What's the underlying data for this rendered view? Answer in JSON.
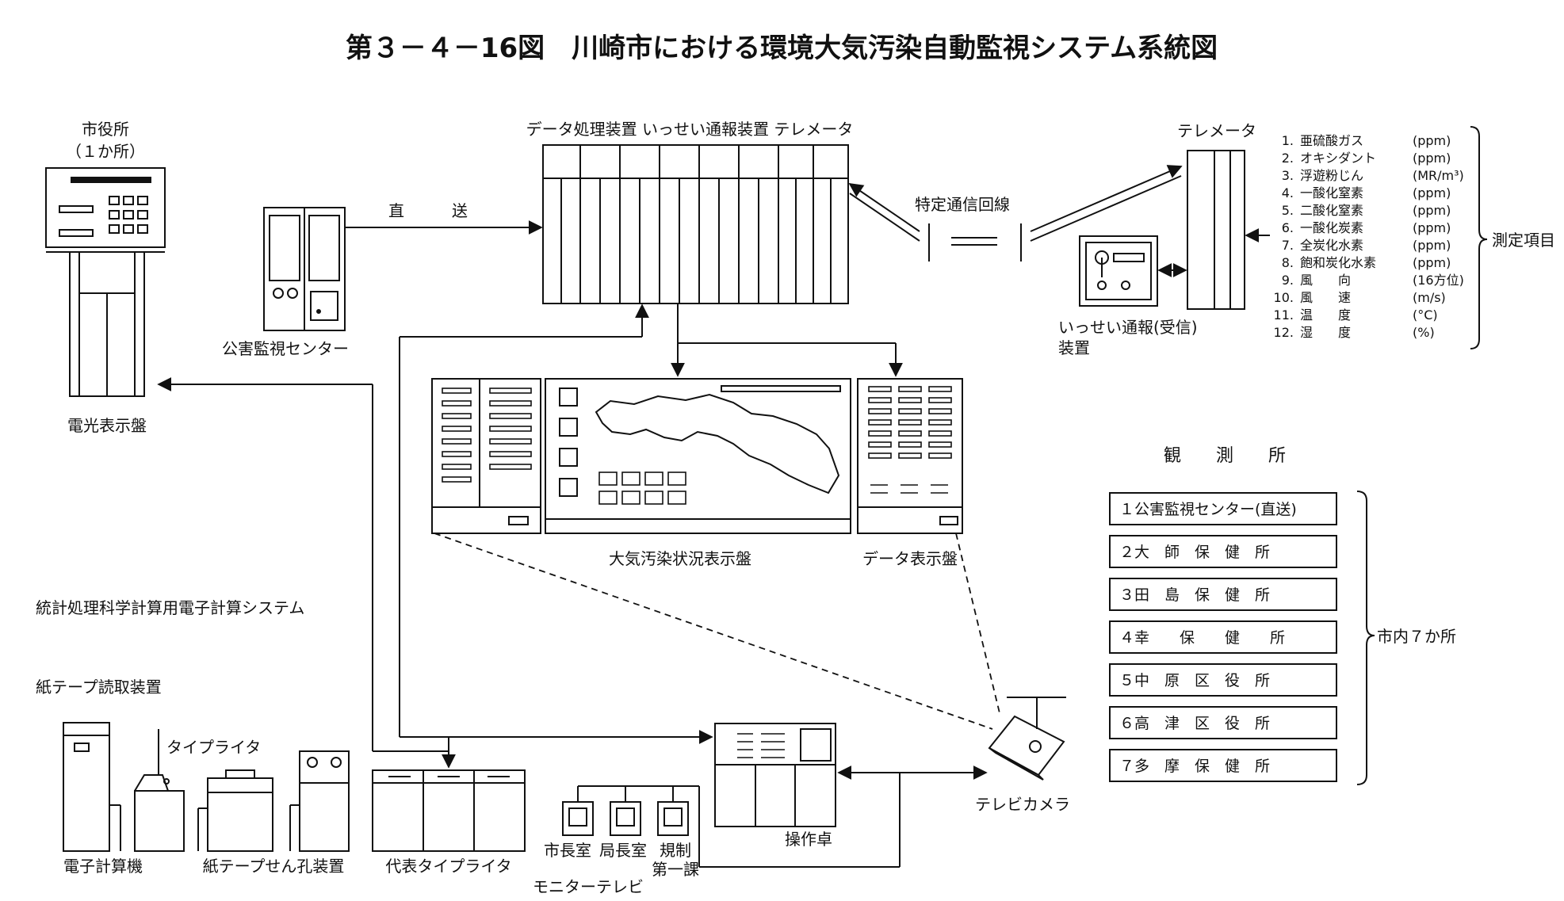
{
  "title": "第３－４－16図　川崎市における環境大気汚染自動監視システム系統図",
  "city_hall": {
    "name": "市役所",
    "count": "（１か所）",
    "display_board": "電光表示盤"
  },
  "pollution_center": {
    "label": "公害監視センター",
    "direct_label": "直　　　送"
  },
  "central": {
    "header": "データ処理装置 いっせい通報装置 テレメータ"
  },
  "line": {
    "label": "特定通信回線"
  },
  "telemeter": {
    "label": "テレメータ"
  },
  "broadcast": {
    "label_line1": "いっせい通報(受信)",
    "label_line2": "装置"
  },
  "measurement": {
    "bracket_label": "測定項目",
    "items": [
      {
        "no": "1.",
        "name": "亜硫酸ガス",
        "unit": "(ppm)"
      },
      {
        "no": "2.",
        "name": "オキシダント",
        "unit": "(ppm)"
      },
      {
        "no": "3.",
        "name": "浮遊粉じん",
        "unit": "(MR/m³)"
      },
      {
        "no": "4.",
        "name": "一酸化窒素",
        "unit": "(ppm)"
      },
      {
        "no": "5.",
        "name": "二酸化窒素",
        "unit": "(ppm)"
      },
      {
        "no": "6.",
        "name": "一酸化炭素",
        "unit": "(ppm)"
      },
      {
        "no": "7.",
        "name": "全炭化水素",
        "unit": "(ppm)"
      },
      {
        "no": "8.",
        "name": "飽和炭化水素",
        "unit": "(ppm)"
      },
      {
        "no": "9.",
        "name": "風　　向",
        "unit": "(16方位)"
      },
      {
        "no": "10.",
        "name": "風　　速",
        "unit": "(m/s)"
      },
      {
        "no": "11.",
        "name": "温　　度",
        "unit": "(°C)"
      },
      {
        "no": "12.",
        "name": "湿　　度",
        "unit": "(%)"
      }
    ]
  },
  "displays": {
    "pollution_board": "大気汚染状況表示盤",
    "data_board": "データ表示盤"
  },
  "stations": {
    "heading": "観　　測　　所",
    "bracket_label": "市内７か所",
    "items": [
      "１公害監視センター(直送)",
      "２大　師　保　健　所",
      "３田　島　保　健　所",
      "４幸　　保　　健　　所",
      "５中　原　区　役　所",
      "６高　津　区　役　所",
      "７多　摩　保　健　所"
    ]
  },
  "computer": {
    "system": "統計処理科学計算用電子計算システム",
    "tape_reader": "紙テープ読取装置",
    "typewriter": "タイプライタ",
    "computer": "電子計算機",
    "tape_punch": "紙テープせん孔装置",
    "rep_typewriter": "代表タイプライタ"
  },
  "monitors": {
    "mayor": "市長室",
    "director": "局長室",
    "reg_line1": "規制",
    "reg_line2": "第一課",
    "caption": "モニターテレビ"
  },
  "console": {
    "label": "操作卓"
  },
  "camera": {
    "label": "テレビカメラ"
  }
}
